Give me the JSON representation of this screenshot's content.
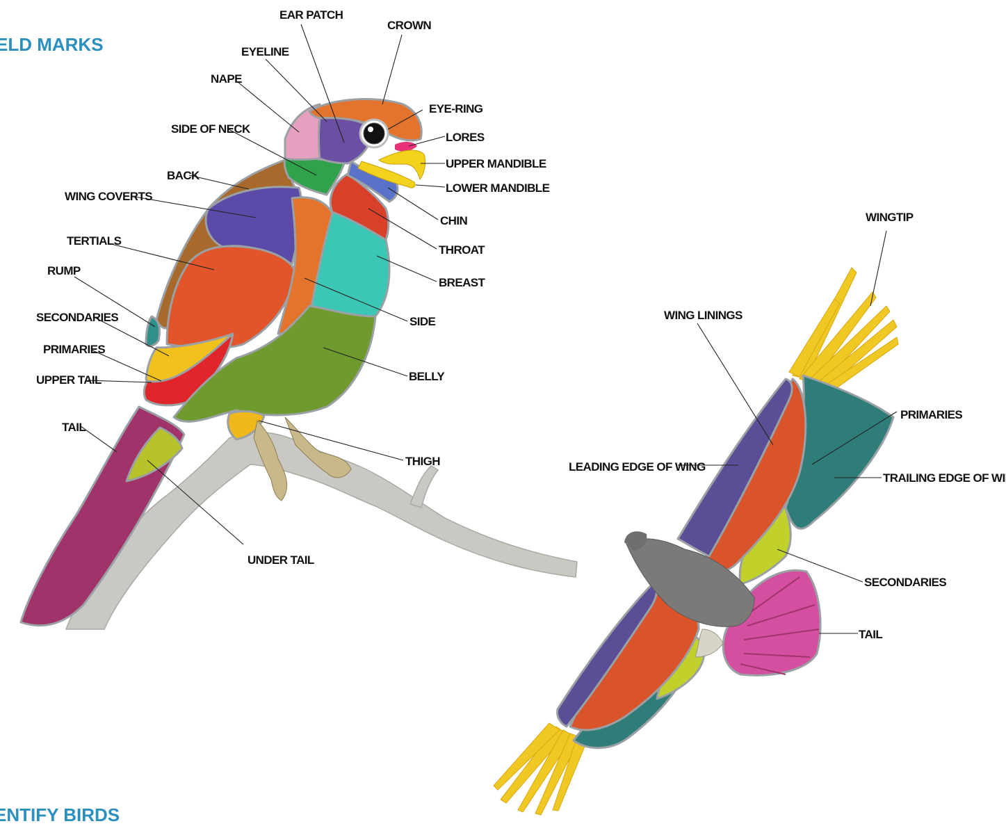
{
  "headings": {
    "top": "ELD MARKS",
    "bottom": "ENTIFY BIRDS"
  },
  "perched_labels": {
    "ear_patch": "EAR PATCH",
    "crown": "CROWN",
    "eyeline": "EYELINE",
    "nape": "NAPE",
    "eye_ring": "EYE-RING",
    "side_of_neck": "SIDE OF NECK",
    "lores": "LORES",
    "upper_mandible": "UPPER MANDIBLE",
    "back": "BACK",
    "lower_mandible": "LOWER MANDIBLE",
    "wing_coverts": "WING COVERTS",
    "chin": "CHIN",
    "tertials": "TERTIALS",
    "throat": "THROAT",
    "rump": "RUMP",
    "breast": "BREAST",
    "secondaries": "SECONDARIES",
    "side": "SIDE",
    "primaries": "PRIMARIES",
    "upper_tail": "UPPER TAIL",
    "belly": "BELLY",
    "tail": "TAIL",
    "thigh": "THIGH",
    "under_tail": "UNDER TAIL"
  },
  "flying_labels": {
    "wingtip": "WINGTIP",
    "wing_linings": "WING LININGS",
    "primaries": "PRIMARIES",
    "leading_edge": "LEADING EDGE OF WING",
    "trailing_edge": "TRAILING EDGE OF WING",
    "secondaries": "SECONDARIES",
    "tail": "TAIL"
  },
  "colors": {
    "heading": "#2b8fc0",
    "crown": "#e2742e",
    "eyeline": "#6a4fa3",
    "nape": "#e6a0c0",
    "side_of_neck": "#2fa24b",
    "beak": "#f3d21e",
    "lores": "#e8337a",
    "chin": "#5a72c8",
    "throat": "#d9402a",
    "breast": "#3cc6b6",
    "back": "#a86a2c",
    "wing_coverts": "#5b4aa8",
    "tertials": "#e2552a",
    "side": "#e4742c",
    "belly": "#6f9a2e",
    "secondaries": "#f2c21c",
    "primaries": "#e0262a",
    "rump": "#2f8f8a",
    "tail": "#a0336a",
    "under_tail": "#b8c22a",
    "thigh": "#f0b81a",
    "branch": "#c9c9c4",
    "wing_lining": "#5a4f96",
    "flight_orange": "#d9542a",
    "flight_teal": "#2f7d78",
    "flight_yellow": "#f0c823",
    "flight_secondaries": "#c2d02c",
    "flight_tail": "#d44fa0",
    "body_gray": "#7a7a78"
  }
}
